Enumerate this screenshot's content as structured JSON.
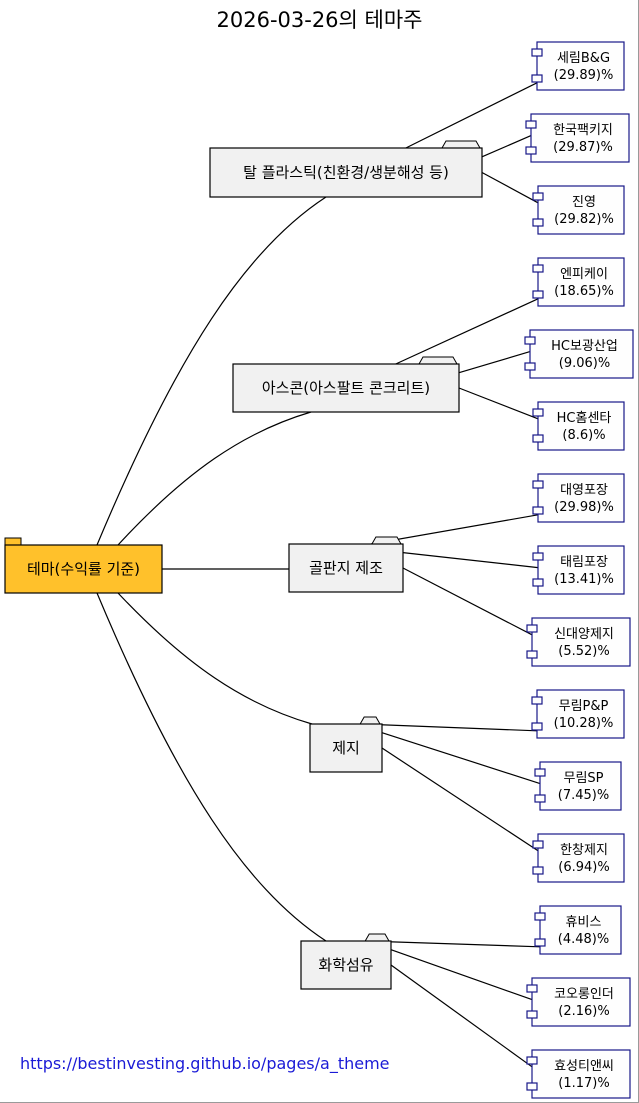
{
  "title": "2026-03-26의 테마주",
  "root": {
    "label": "테마(수익률 기준)"
  },
  "colors": {
    "root_fill": "#FFC12B",
    "pkg_fill": "#F1F1F1",
    "comp_fill": "#FEFEFE",
    "comp_border": "#181888"
  },
  "themes": [
    {
      "label": "탈 플라스틱(친환경/생분해성 등)",
      "stocks": [
        {
          "name": "세림B&G",
          "pct": "(29.89)%"
        },
        {
          "name": "한국팩키지",
          "pct": "(29.87)%"
        },
        {
          "name": "진영",
          "pct": "(29.82)%"
        }
      ]
    },
    {
      "label": "아스콘(아스팔트 콘크리트)",
      "stocks": [
        {
          "name": "엔피케이",
          "pct": "(18.65)%"
        },
        {
          "name": "HC보광산업",
          "pct": "(9.06)%"
        },
        {
          "name": "HC홈센타",
          "pct": "(8.6)%"
        }
      ]
    },
    {
      "label": "골판지 제조",
      "stocks": [
        {
          "name": "대영포장",
          "pct": "(29.98)%"
        },
        {
          "name": "태림포장",
          "pct": "(13.41)%"
        },
        {
          "name": "신대양제지",
          "pct": "(5.52)%"
        }
      ]
    },
    {
      "label": "제지",
      "stocks": [
        {
          "name": "무림P&P",
          "pct": "(10.28)%"
        },
        {
          "name": "무림SP",
          "pct": "(7.45)%"
        },
        {
          "name": "한창제지",
          "pct": "(6.94)%"
        }
      ]
    },
    {
      "label": "화학섬유",
      "stocks": [
        {
          "name": "휴비스",
          "pct": "(4.48)%"
        },
        {
          "name": "코오롱인더",
          "pct": "(2.16)%"
        },
        {
          "name": "효성티앤씨",
          "pct": "(1.17)%"
        }
      ]
    }
  ],
  "footer_link": "https://bestinvesting.github.io/pages/a_theme"
}
